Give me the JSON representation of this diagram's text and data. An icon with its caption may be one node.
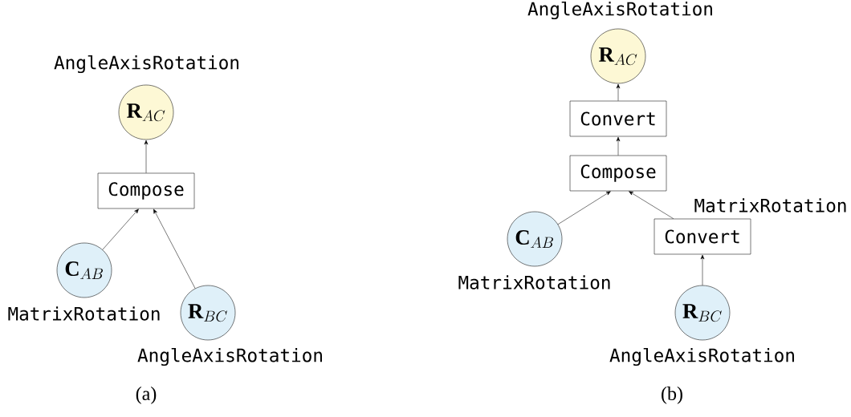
{
  "diagram": {
    "nodes": [
      {
        "text": [
          "\\mathbf{R}_{AC}"
        ],
        "beside": [
          "AngleAxisRotation"
        ]
      },
      {
        "text": [
          "Compose"
        ]
      },
      {
        "text": [
          "\\mathbf{C}_{AB}"
        ],
        "beside": [
          "MatrixRotation"
        ]
      },
      {
        "text": [
          "\\mathbf{R}_{BC}"
        ],
        "beside": [
          "AngleAxisRotation"
        ]
      },
      {
        "text": [
          "\\mathbf{R}_{AC}"
        ],
        "beside": [
          "AngleAxisRotation"
        ]
      },
      {
        "text": [
          "Convert"
        ]
      },
      {
        "text": [
          "Compose"
        ]
      },
      {
        "text": [
          "\\mathbf{C}_{AB}"
        ],
        "beside": [
          "MatrixRotation"
        ]
      },
      {
        "text": [
          "Convert"
        ],
        "beside": [
          "MatrixRotation"
        ]
      },
      {
        "text": [
          "\\mathbf{R}_{BC}"
        ],
        "beside": [
          "AngleAxisRotation"
        ]
      }
    ],
    "edges": [
      {
        "from": 2,
        "to": 1,
        "arrow": "to"
      },
      {
        "from": 3,
        "to": 1,
        "arrow": "to"
      },
      {
        "from": 1,
        "to": 0,
        "arrow": "to"
      },
      {
        "from": 5,
        "to": 4,
        "arrow": "to"
      },
      {
        "from": 6,
        "to": 5,
        "arrow": "to"
      },
      {
        "from": 7,
        "to": 6,
        "arrow": "to"
      },
      {
        "from": 8,
        "to": 6,
        "arrow": "to"
      },
      {
        "from": 9,
        "to": 8,
        "arrow": "to"
      }
    ],
    "labels": [
      "(a)",
      "(b)"
    ]
  }
}
